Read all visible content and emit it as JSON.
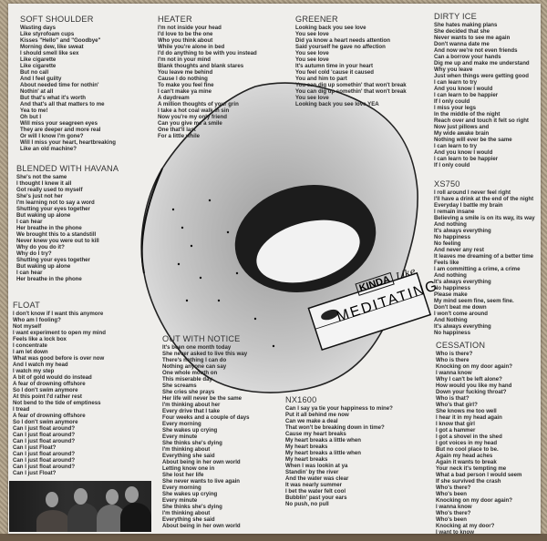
{
  "songs": {
    "soft_shoulder": {
      "title": "SOFT SHOULDER",
      "lines": [
        "Wasting days",
        "Like styrofoam cups",
        "Kisses \"Hello\" and \"Goodbye\"",
        "Morning dew, like sweat",
        "I should smell like sex",
        "Like cigarette",
        "Like cigarette",
        "But no call",
        "And I feel guilty",
        "About needed time for nothin'",
        "Nothin' at all",
        "But that's what it's worth",
        "And that's all that matters to me",
        "Yea to me!",
        "Oh but I",
        "Will miss your seagreen eyes",
        "They are deeper and more real",
        "Or will I know I'm gone?",
        "Will I miss your heart, heartbreaking",
        "Like an old machine?"
      ]
    },
    "blended_with_havana": {
      "title": "BLENDED WITH HAVANA",
      "lines": [
        "She's not the same",
        "I thought I knew it all",
        "Got really used to myself",
        "She's just not her",
        "I'm learning not to say a word",
        "Shutting your eyes together",
        "But waking up alone",
        "I can hear",
        "Her breathe in the phone",
        "We brought this to a standstill",
        "Never knew you were out to kill",
        "Why do you do it?",
        "Why do I try?",
        "Shutting your eyes together",
        "But waking up alone",
        "I can hear",
        "Her breathe in the phone"
      ]
    },
    "float": {
      "title": "FLOAT",
      "lines": [
        "I don't know if I want this anymore",
        "Who am I fooling?",
        "Not myself",
        "I want experiment to open my mind",
        "Feels like a lock box",
        "I concentrate",
        "I am let down",
        "What was good before is over now",
        "And I watch my head",
        "I watch my step",
        "A bit of gold would do instead",
        "A fear of drowning offshore",
        "So I don't swim anymore",
        "At this point I'd rather rest",
        "Not bend to the tide of emptiness",
        "I tread",
        "A fear of drowning offshore",
        "So I don't swim anymore",
        "Can I just float around?",
        "Can I just float around?",
        "Can I just float around?",
        "Can I just Float?",
        "Can I just float around?",
        "Can I just float around?",
        "Can I just float around?",
        "Can I just Float?"
      ]
    },
    "heater": {
      "title": "HEATER",
      "lines": [
        "I'm not inside your head",
        "I'd love to be the one",
        "Who you think about",
        "While you're alone in bed",
        "I'd do anything to be with you instead",
        "I'm not in your mind",
        "Blank thoughts and blank stares",
        "You leave me behind",
        "Cause I do nothing",
        "To make you feel fine",
        "I can't make ya mine",
        "A daydream",
        "A million thoughts of your grin",
        "I take a hot coal walk in sin",
        "Now you're my only friend",
        "Can you give me a smile",
        "One that'll last",
        "For a little while"
      ]
    },
    "out_with_notice": {
      "title": "OUT WITH NOTICE",
      "lines": [
        "It's been one month today",
        "She never asked to live this way",
        "There's nothing I can do",
        "Nothing anyone can say",
        "One whole month on",
        "This miserable day",
        "She screams",
        "She cries she prays",
        "Her life will never be the same",
        "I'm thinking about her",
        "Every drive that I take",
        "Four weeks and a couple of days",
        "Every morning",
        "She wakes up crying",
        "Every minute",
        "She thinks she's dying",
        "I'm thinking about",
        "Everything she said",
        "About being in her own world",
        "Letting know one in",
        "She lost her life",
        "She never wants to live again",
        "Every morning",
        "She wakes up crying",
        "Every minute",
        "She thinks she's dying",
        "I'm thinking about",
        "Everything she said",
        "About being in her own world"
      ]
    },
    "greener": {
      "title": "GREENER",
      "lines": [
        "Looking back you see love",
        "You see love",
        "Did ya know a heart needs attention",
        "Said yourself he gave no affection",
        "You see love",
        "You see love",
        "It's autumn time in your heart",
        "You feel cold 'cause it caused",
        "You and him to part",
        "You can dig up somethin' that won't break",
        "You can dig up somethin' that won't break",
        "You see love",
        "Looking back you see love YEA"
      ]
    },
    "nx1600": {
      "title": "NX1600",
      "lines": [
        "Can I say ya tie your happiness to mine?",
        "Put it all behind me now",
        "Can we make a deal",
        "That won't be breaking down in time?",
        "Cause my heart breaks",
        "My heart breaks a little when",
        "My heart breaks",
        "My heart breaks a little when",
        "My heart breaks",
        "When I was lookin at ya",
        "Standin' by the river",
        "And the water was clear",
        "It was nearly summer",
        "I bet the water felt cool",
        "Bubblin' past your ears",
        "No push, no pull"
      ]
    },
    "dirty_ice": {
      "title": "DIRTY ICE",
      "lines": [
        "She hates making plans",
        "She decided that she",
        "Never wants to see me again",
        "Don't wanna date me",
        "And now we're not even friends",
        "Can a borrow your hands",
        "Dig me up and make me understand",
        "Why you leave",
        "Just when things were getting good",
        "I can learn to try",
        "And you know I would",
        "I can learn to be happier",
        "If I only could",
        "I miss your legs",
        "In the middle of the night",
        "Reach over and touch it felt so right",
        "Now just pillows and",
        "My wide awake brain",
        "Nothing will ever be the same",
        "I can learn to try",
        "And you know I would",
        "I can learn to be happier",
        "If I only could"
      ]
    },
    "xs750": {
      "title": "XS750",
      "lines": [
        "I roll around I never feel right",
        "I'll have a drink  at the end of the night",
        "Everyday I battle my brain",
        "I remain insane",
        "Believing a smile is on its way, its way",
        "And nothing",
        "It's always everything",
        "No happiness",
        "No feeling",
        "And never any rest",
        "It leaves me dreaming of a better time",
        "Feels like",
        "I am committing a crime, a crime",
        "And nothing",
        "It's always everything",
        "No happiness",
        "Please make",
        "My mind seem fine, seem fine.",
        "Don't beat me down",
        "I won't come around",
        "And Nothing",
        "It's always everything",
        "No happiness"
      ]
    },
    "cessation": {
      "title": "CESSATION",
      "lines": [
        "Who is there?",
        "Who is there",
        "Knocking on my door again?",
        "I wanna know",
        "Why I can't be left alone?",
        "How would you like my hand",
        "Down your fucking throat?",
        "Who is that?",
        "Who's that girl?",
        "She knows me too well",
        "I hear it in my head again",
        "I know that girl",
        "I got a hammer",
        "I got a shovel in the shed",
        "I got voices in my head",
        "But no cool place to be.",
        "Again my head aches",
        "Again it wants to break",
        "Your neck it's tempting me",
        "What a bad person I would seem",
        "If she survived the crash",
        "Who's there?",
        "Who's been",
        "Knocking on my door again?",
        "I wanna know",
        "Who's there?",
        "Who's been",
        "Knocking at my door?",
        "I want to know"
      ]
    }
  },
  "artwork": {
    "label_word1": "KINDA",
    "label_word2": "Like",
    "label_word3": "MEDITATING"
  }
}
